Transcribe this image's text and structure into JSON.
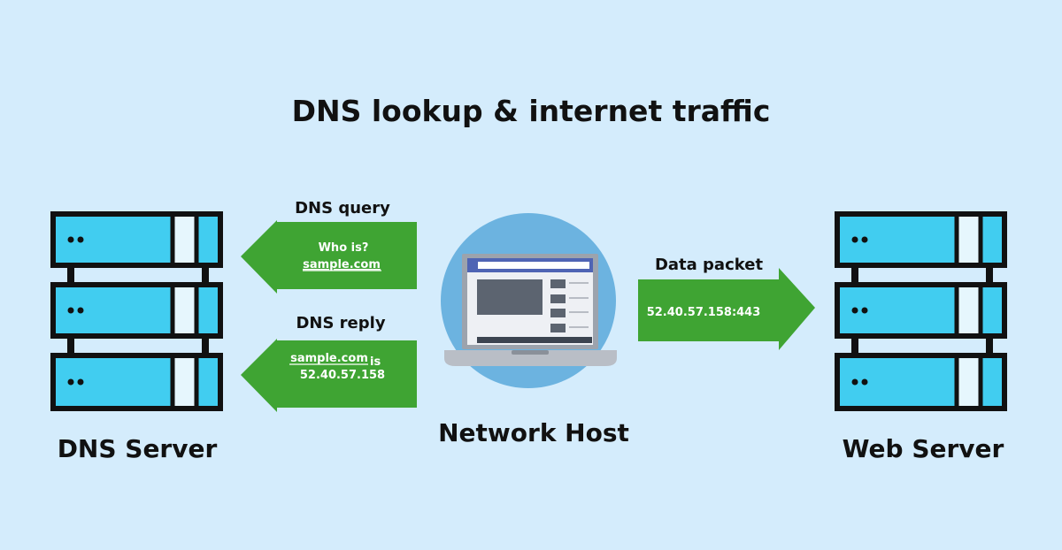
{
  "title": "DNS lookup & internet traffic",
  "colors": {
    "background": "#d4ecfc",
    "server_fill": "#41cdf0",
    "server_outline": "#111111",
    "arrow_green": "#3fa433",
    "host_circle": "#6cb3e0",
    "laptop_frame": "#9ca3ad",
    "laptop_screen": "#eef0f4",
    "screen_header": "#4f64b4",
    "screen_block": "#5c6470"
  },
  "dns_server": {
    "label": "DNS Server",
    "icon": "server-rack-icon"
  },
  "web_server": {
    "label": "Web Server",
    "icon": "server-rack-icon"
  },
  "network_host": {
    "label": "Network Host",
    "icon": "laptop-icon"
  },
  "dns_query": {
    "caption": "DNS query",
    "line1": "Who is?",
    "domain": "sample.com"
  },
  "dns_reply": {
    "caption": "DNS reply",
    "domain": "sample.com",
    "suffix": "is",
    "ip": "52.40.57.158"
  },
  "data_packet": {
    "caption": "Data packet",
    "address": "52.40.57.158:443"
  }
}
